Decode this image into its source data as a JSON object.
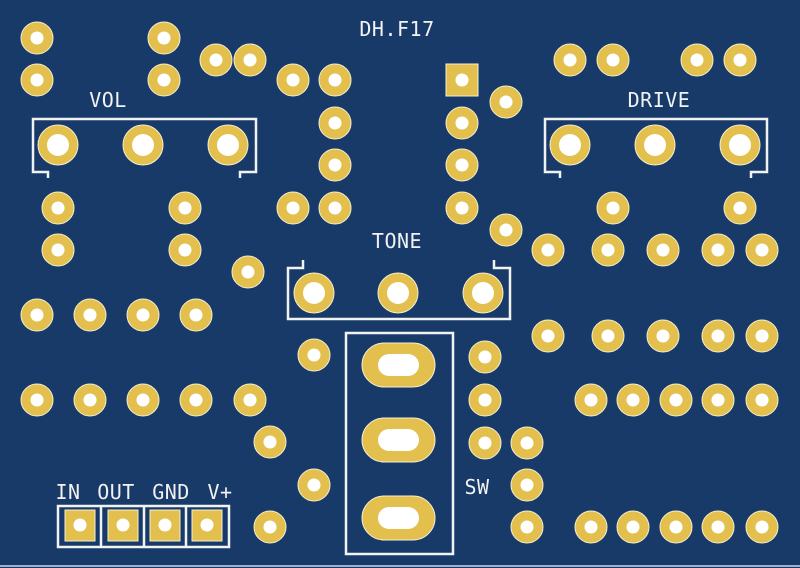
{
  "board": {
    "title": "DH.F17",
    "substrate_color": "#183a69",
    "copper_color": "#e3c04e",
    "silkscreen_color": "#f2f2f2",
    "drill_color": "#ffffff"
  },
  "labels": {
    "vol": "VOL",
    "drive": "DRIVE",
    "tone": "TONE",
    "switch": "SW",
    "connector_in": "IN",
    "connector_out": "OUT",
    "connector_gnd": "GND",
    "connector_vplus": "V+"
  },
  "components": {
    "potentiometers": [
      {
        "name": "VOL",
        "pins": 3
      },
      {
        "name": "DRIVE",
        "pins": 3
      },
      {
        "name": "TONE",
        "pins": 3
      }
    ],
    "switch": {
      "name": "SW",
      "pins": 3
    },
    "ic": {
      "pins": 8,
      "pin1": "square"
    },
    "header": {
      "pins": [
        "IN",
        "OUT",
        "GND",
        "V+"
      ]
    }
  }
}
